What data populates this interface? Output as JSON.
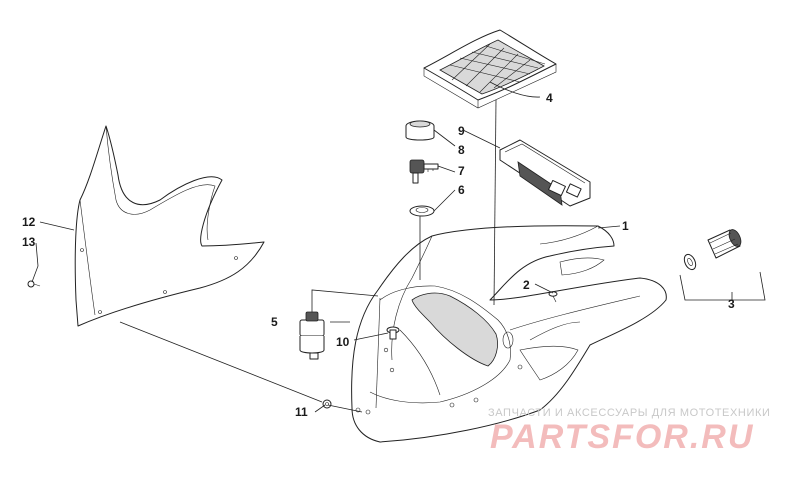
{
  "callouts": {
    "c1": "1",
    "c2": "2",
    "c3": "3",
    "c4": "4",
    "c5": "5",
    "c6": "6",
    "c7": "7",
    "c8": "8",
    "c9": "9",
    "c10": "10",
    "c11": "11",
    "c12": "12",
    "c13": "13"
  },
  "watermark": {
    "caption": "ЗАПЧАСТИ И АКСЕССУАРЫ ДЛЯ МОТОТЕХНИКИ",
    "logo": "PARTSFOR.RU"
  }
}
